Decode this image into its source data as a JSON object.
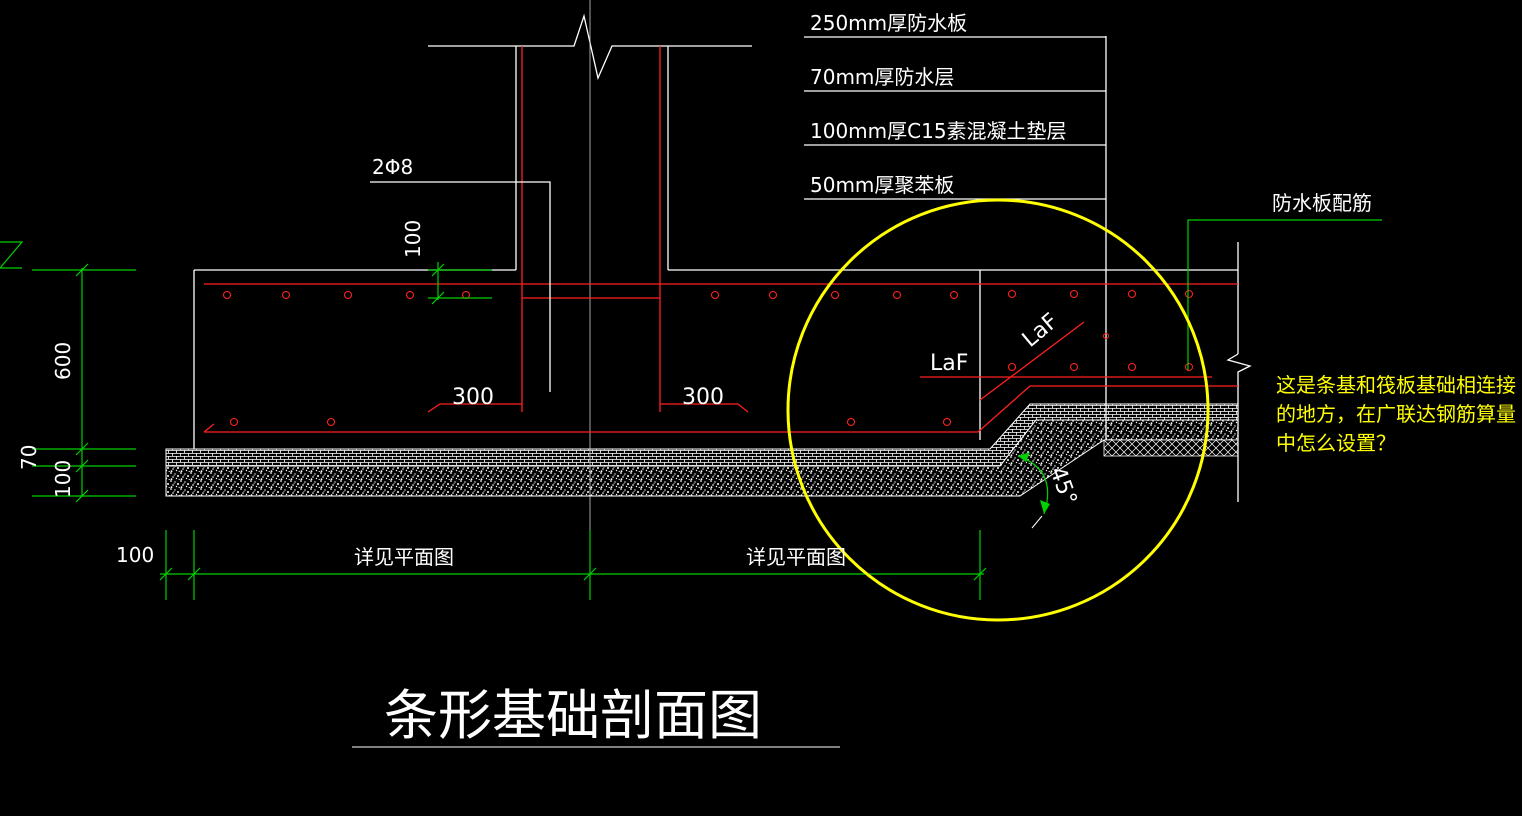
{
  "title": "条形基础剖面图",
  "layers": [
    {
      "label": "250mm厚防水板"
    },
    {
      "label": "70mm厚防水层"
    },
    {
      "label": "100mm厚C15素混凝土垫层"
    },
    {
      "label": "50mm厚聚苯板"
    }
  ],
  "labels": {
    "rebar_top": "2Φ8",
    "slab_rebar": "防水板配筋",
    "laf_horizontal": "LaF",
    "laf_diagonal": "LaF",
    "angle": "45°",
    "offset_left": "300",
    "offset_right": "300"
  },
  "dimensions": {
    "d100_top": "100",
    "d600": "600",
    "d70": "70",
    "d100_bottom": "100",
    "d100_left": "100",
    "see_plan_left": "详见平面图",
    "see_plan_right": "详见平面图"
  },
  "annotation": "这是条基和筏板基础相连接的地方，在广联达钢筋算量中怎么设置？",
  "colors": {
    "background": "#000000",
    "outline": "#ffffff",
    "rebar": "#ff2020",
    "dimension": "#00d000",
    "highlight": "#ffff00"
  }
}
